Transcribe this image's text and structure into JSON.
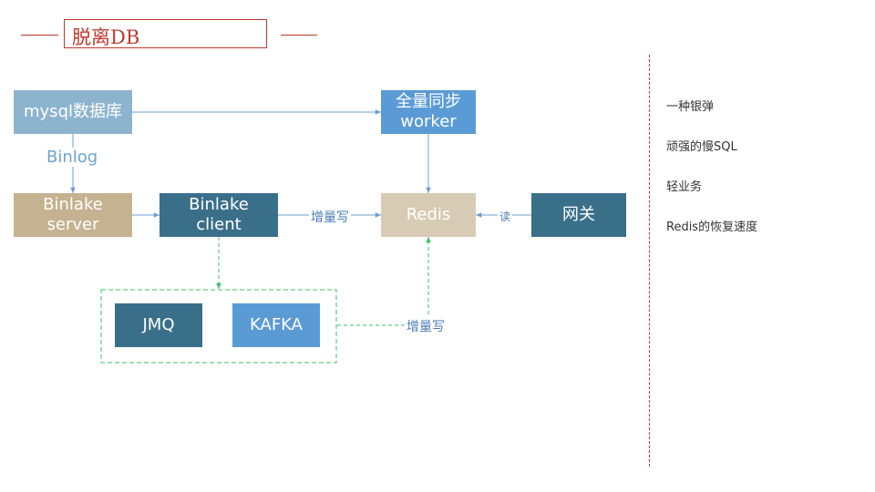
{
  "title": "脱离DB",
  "nodes": {
    "mysql": "mysql数据库",
    "sync_worker_line1": "全量同步",
    "sync_worker_line2": "worker",
    "binlake_server_line1": "Binlake",
    "binlake_server_line2": "server",
    "binlake_client_line1": "Binlake",
    "binlake_client_line2": "client",
    "redis": "Redis",
    "gateway": "网关",
    "jmq": "JMQ",
    "kafka": "KAFKA"
  },
  "edge_labels": {
    "binlog": "Binlog",
    "incremental_write_top": "增量写",
    "read": "读",
    "incremental_write_bottom": "增量写"
  },
  "notes": [
    "一种银弹",
    "顽强的慢SQL",
    "轻业务",
    "Redis的恢复速度"
  ],
  "colors": {
    "accent_red": "#c0392b",
    "light_blue": "#8db4cf",
    "bright_blue": "#5b9bd5",
    "tan": "#c5b290",
    "dark_teal": "#3a6f8a",
    "beige": "#d8cbb5",
    "connector": "#6b9fd0",
    "dashed_green": "#3fbf6a"
  }
}
